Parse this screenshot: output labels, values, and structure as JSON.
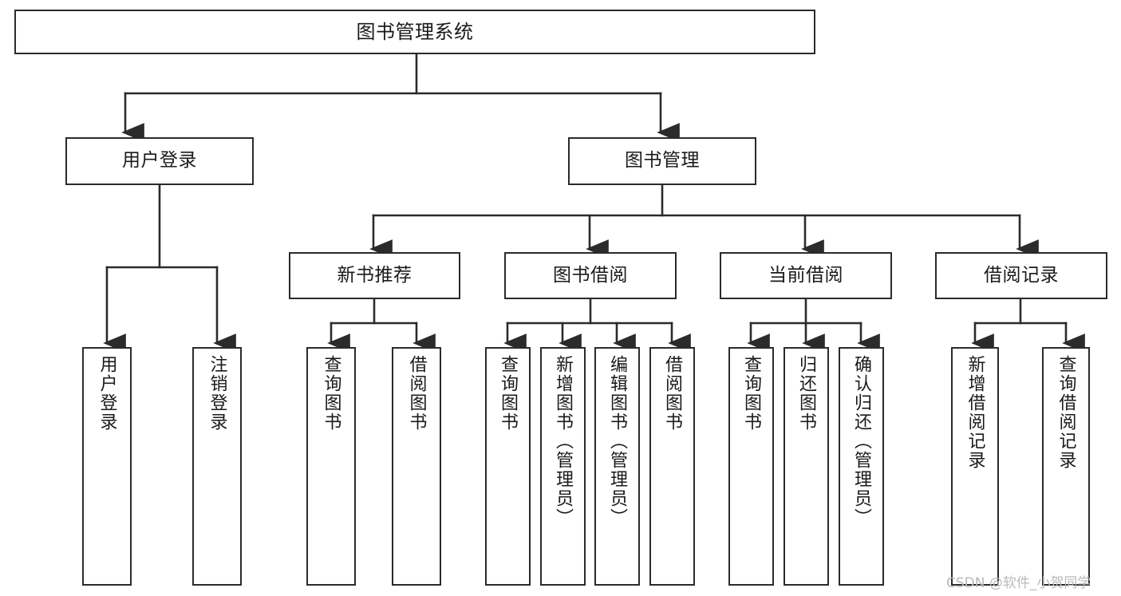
{
  "diagram": {
    "title": "图书管理系统",
    "type": "tree",
    "orientation": "top-down",
    "colors": {
      "background": "#ffffff",
      "box_border": "#2b2b2b",
      "box_fill": "#ffffff",
      "text": "#1a1a1a",
      "connector": "#2b2b2b",
      "watermark": "#b9b9b9"
    }
  },
  "watermark": {
    "text": "CSDN @软件_小贺同学"
  },
  "nodes": {
    "root": {
      "label": "图书管理系统"
    },
    "level1": [
      {
        "label": "用户登录"
      },
      {
        "label": "图书管理"
      }
    ],
    "level2": [
      {
        "label": "新书推荐"
      },
      {
        "label": "图书借阅"
      },
      {
        "label": "当前借阅"
      },
      {
        "label": "借阅记录"
      }
    ],
    "leaves": {
      "user_login": [
        {
          "label": "用户登录"
        },
        {
          "label": "注销登录"
        }
      ],
      "new_book_recommend": [
        {
          "label": "查询图书"
        },
        {
          "label": "借阅图书"
        }
      ],
      "book_borrow": [
        {
          "label": "查询图书"
        },
        {
          "label": "新增图书（管理员）"
        },
        {
          "label": "编辑图书（管理员）"
        },
        {
          "label": "借阅图书"
        }
      ],
      "current_borrow": [
        {
          "label": "查询图书"
        },
        {
          "label": "归还图书"
        },
        {
          "label": "确认归还（管理员）"
        }
      ],
      "borrow_record": [
        {
          "label": "新增借阅记录"
        },
        {
          "label": "查询借阅记录"
        }
      ]
    }
  }
}
